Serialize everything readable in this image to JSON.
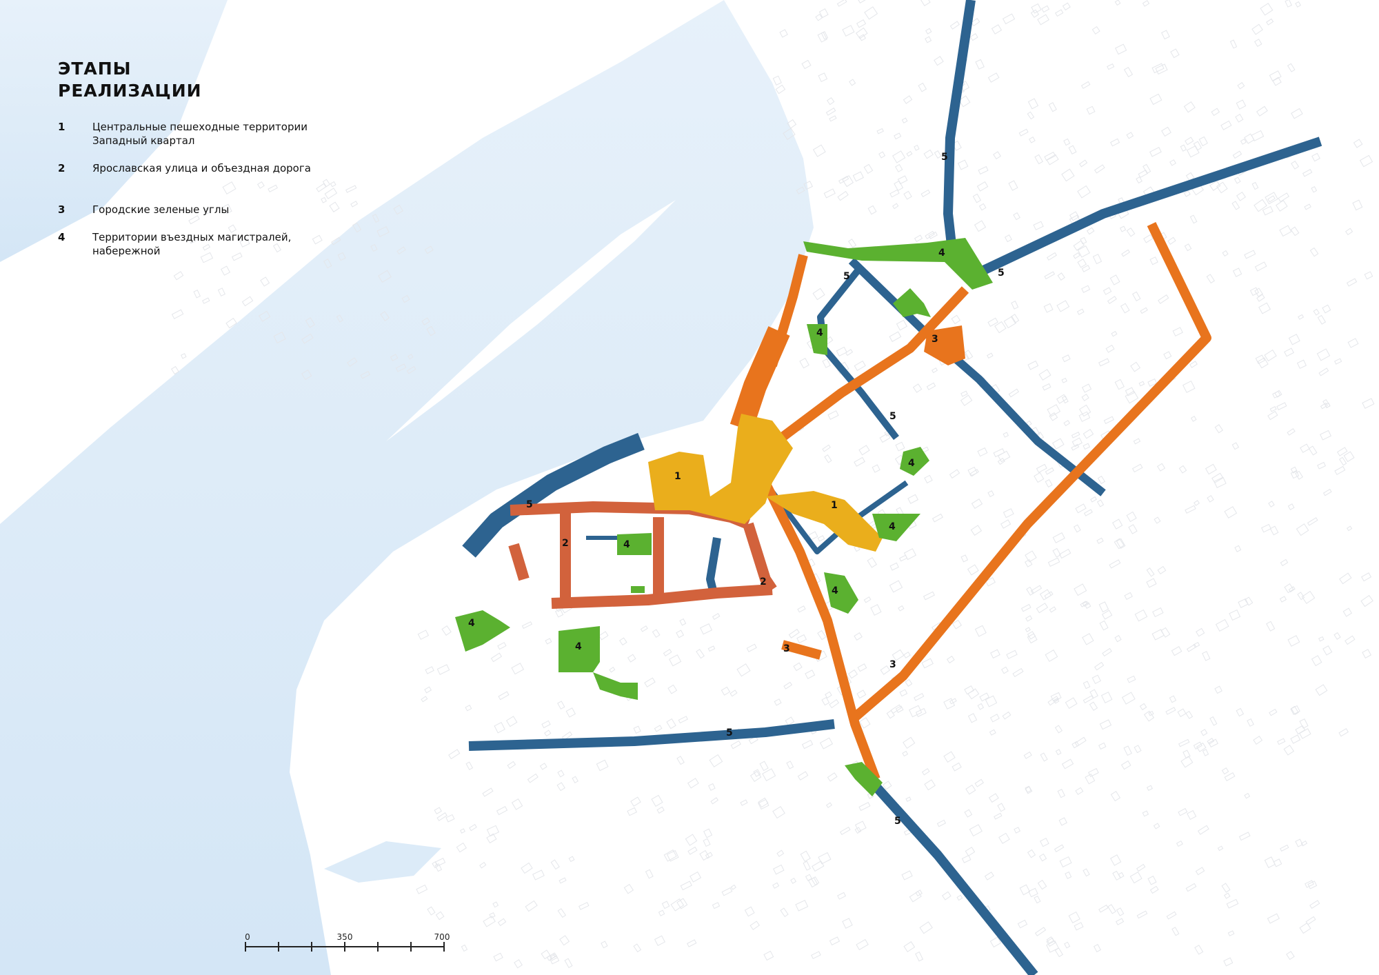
{
  "legend": {
    "title_line1": "ЭТАПЫ",
    "title_line2": "РЕАЛИЗАЦИИ",
    "items": [
      {
        "num": "1",
        "line1": "Центральные пешеходные территории",
        "line2": "Западный квартал"
      },
      {
        "num": "2",
        "line1": "Ярославская улица и объездная дорога",
        "line2": ""
      },
      {
        "num": "3",
        "line1": "Городские зеленые углы",
        "line2": ""
      },
      {
        "num": "4",
        "line1": "Территории въездных магистралей,",
        "line2": "набережной"
      }
    ]
  },
  "scale_bar": {
    "labels": [
      "0",
      "350",
      "700"
    ]
  },
  "colors": {
    "stage1": "#eaae1c",
    "stage2": "#d2623c",
    "stage3": "#e8741d",
    "stage4": "#5bb130",
    "stage5": "#2d6390",
    "water": "#dcebf8",
    "buildings": "#e4e6ea"
  },
  "map_labels": [
    "1",
    "1",
    "2",
    "2",
    "3",
    "3",
    "3",
    "4",
    "4",
    "4",
    "4",
    "4",
    "4",
    "4",
    "4",
    "5",
    "5",
    "5",
    "5",
    "5",
    "5",
    "5"
  ]
}
